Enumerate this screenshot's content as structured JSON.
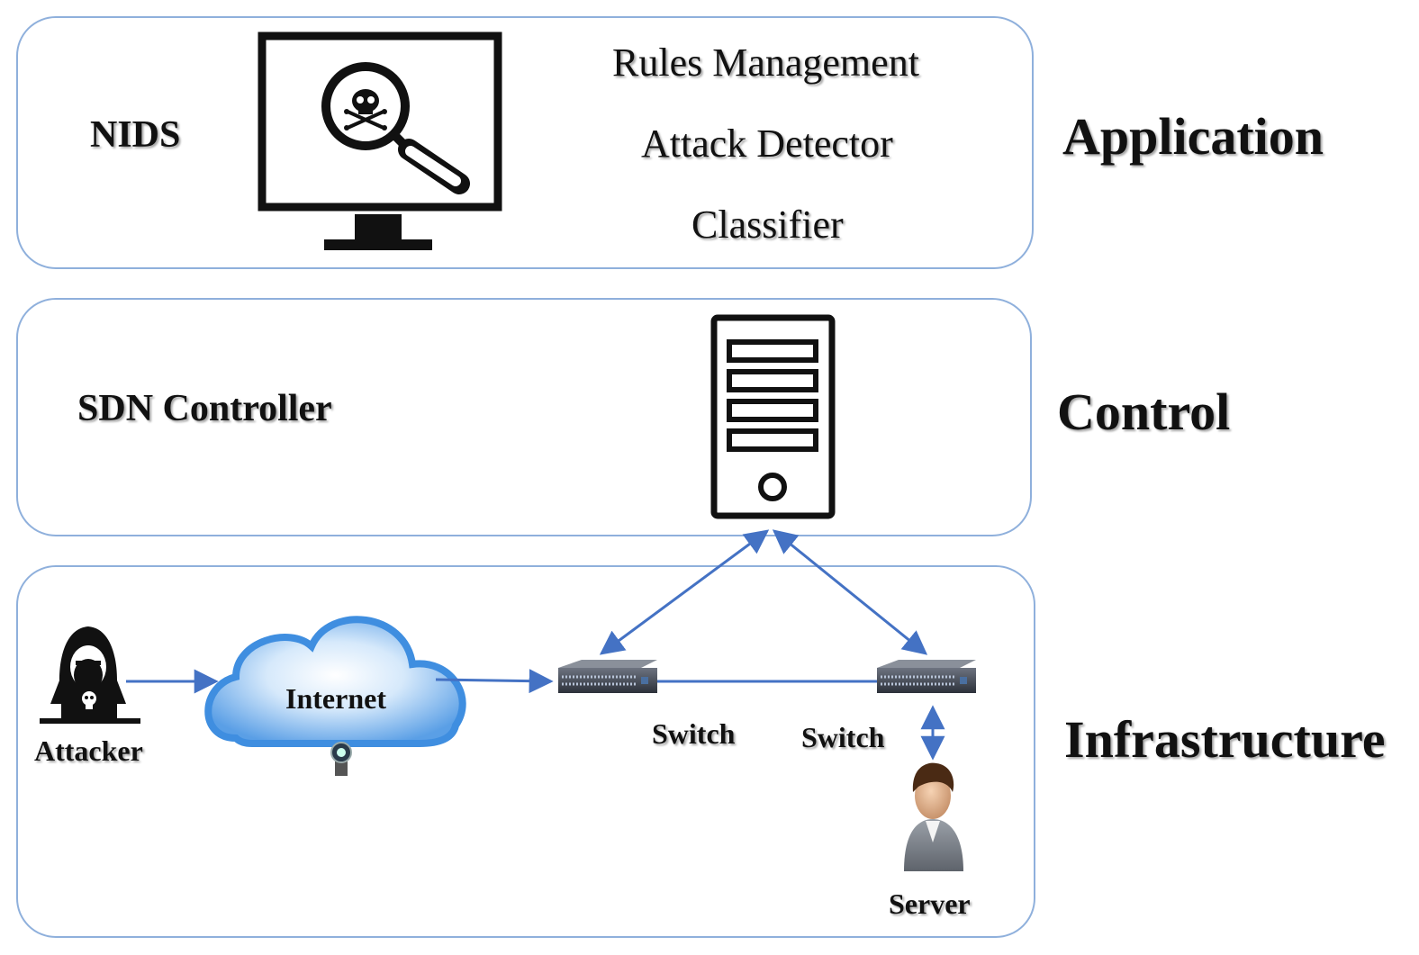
{
  "layers": {
    "application": {
      "label": "Application",
      "left_label": "NIDS",
      "components": [
        "Rules Management",
        "Attack Detector",
        "Classifier"
      ]
    },
    "control": {
      "label": "Control",
      "left_label": "SDN Controller"
    },
    "infrastructure": {
      "label": "Infrastructure",
      "attacker_label": "Attacker",
      "internet_label": "Internet",
      "switch1_label": "Switch",
      "switch2_label": "Switch",
      "server_label": "Server"
    }
  },
  "colors": {
    "box_border": "#8fb0dc",
    "arrow": "#4472c4",
    "cloud": "#4a90e2"
  },
  "icons": [
    "monitor-skull-magnifier-icon",
    "server-tower-icon",
    "hacker-icon",
    "cloud-icon",
    "network-switch-icon",
    "user-icon"
  ]
}
